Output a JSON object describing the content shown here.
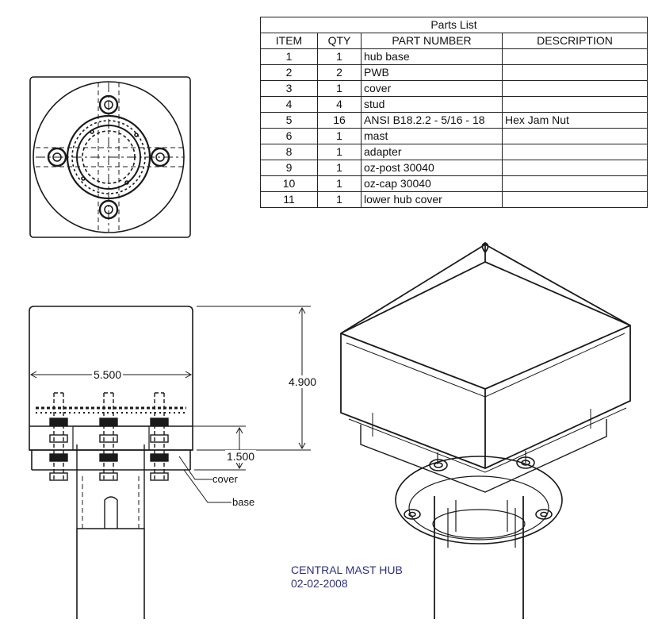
{
  "parts_list": {
    "title": "Parts List",
    "columns": [
      "ITEM",
      "QTY",
      "PART NUMBER",
      "DESCRIPTION"
    ],
    "rows": [
      [
        "1",
        "1",
        "hub base",
        ""
      ],
      [
        "2",
        "2",
        "PWB",
        ""
      ],
      [
        "3",
        "1",
        "cover",
        ""
      ],
      [
        "4",
        "4",
        "stud",
        ""
      ],
      [
        "5",
        "16",
        "ANSI B18.2.2 - 5/16 - 18",
        "Hex Jam Nut"
      ],
      [
        "6",
        "1",
        "mast",
        ""
      ],
      [
        "8",
        "1",
        "adapter",
        ""
      ],
      [
        "9",
        "1",
        "oz-post 30040",
        ""
      ],
      [
        "10",
        "1",
        "oz-cap 30040",
        ""
      ],
      [
        "11",
        "1",
        "lower hub cover",
        ""
      ]
    ]
  },
  "dimensions": {
    "width": "5.500",
    "height": "4.900",
    "base_height": "1.500"
  },
  "leaders": {
    "cover": "cover",
    "base": "base"
  },
  "caption": {
    "title": "CENTRAL MAST HUB",
    "date": "02-02-2008"
  },
  "colors": {
    "line": "#1a1a1a",
    "caption": "#2b2f86"
  }
}
